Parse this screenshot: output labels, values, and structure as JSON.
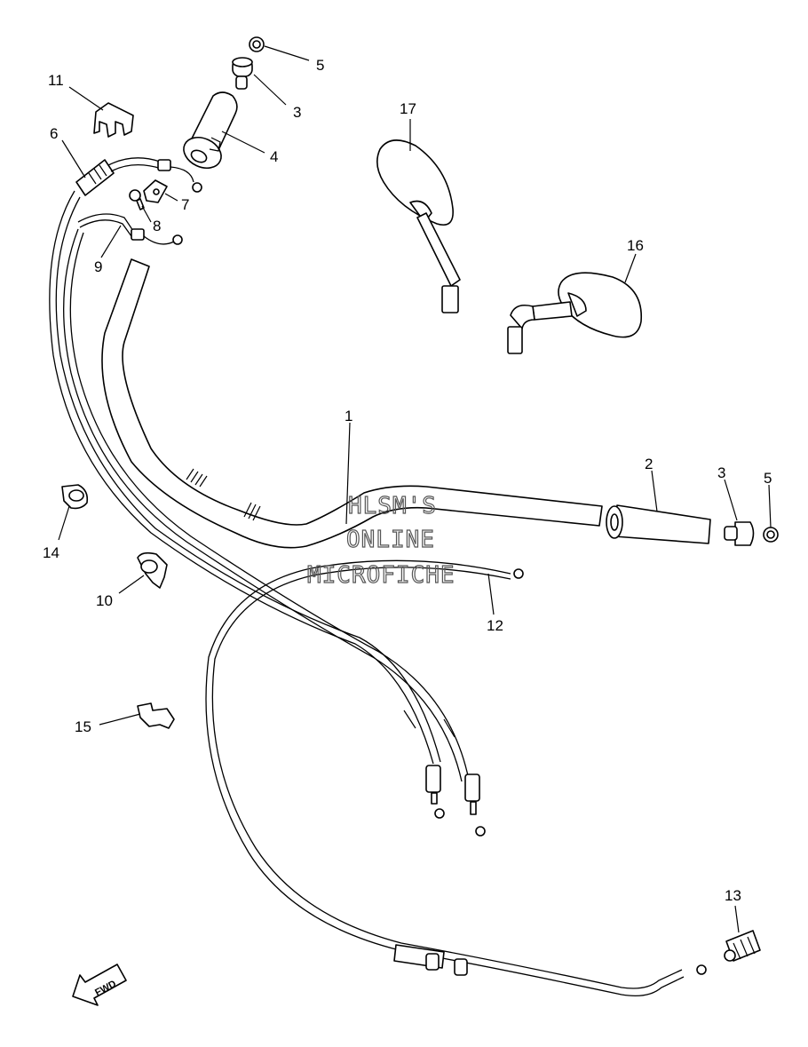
{
  "diagram": {
    "callouts": [
      {
        "id": "c1",
        "text": "1"
      },
      {
        "id": "c2",
        "text": "2"
      },
      {
        "id": "c3a",
        "text": "3"
      },
      {
        "id": "c3b",
        "text": "3"
      },
      {
        "id": "c4",
        "text": "4"
      },
      {
        "id": "c5a",
        "text": "5"
      },
      {
        "id": "c5b",
        "text": "5"
      },
      {
        "id": "c6",
        "text": "6"
      },
      {
        "id": "c7",
        "text": "7"
      },
      {
        "id": "c8",
        "text": "8"
      },
      {
        "id": "c9",
        "text": "9"
      },
      {
        "id": "c10",
        "text": "10"
      },
      {
        "id": "c11",
        "text": "11"
      },
      {
        "id": "c12",
        "text": "12"
      },
      {
        "id": "c13",
        "text": "13"
      },
      {
        "id": "c14",
        "text": "14"
      },
      {
        "id": "c15",
        "text": "15"
      },
      {
        "id": "c16",
        "text": "16"
      },
      {
        "id": "c17",
        "text": "17"
      }
    ],
    "watermark": {
      "line1": "HLSM'S",
      "line2": "ONLINE",
      "line3": "MICROFICHE"
    },
    "direction_arrow": {
      "label": "FWD",
      "icon": "fwd-arrow-icon"
    }
  }
}
